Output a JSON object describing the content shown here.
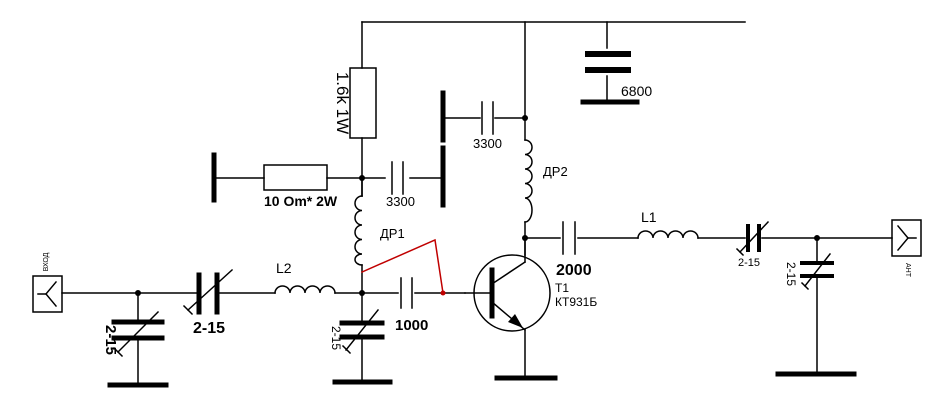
{
  "inputs": {
    "input_label": "ВХОД",
    "antenna_label": "АНТ"
  },
  "labels": {
    "r1": "1.6k 1W",
    "r2": "10 Om* 2W",
    "c_base_bypass": "3300",
    "c_coll_bypass": "3300",
    "c_supply": "6800",
    "c_coupling": "1000",
    "c_output": "2000",
    "trim_in_shunt": "2-15",
    "trim_in_series": "2-15",
    "trim_mid_shunt": "2-15",
    "trim_out_series": "2-15",
    "trim_out_shunt": "2-15",
    "dr1": "ДР1",
    "dr2": "ДР2",
    "l1": "L1",
    "l2": "L2",
    "t1_name": "T1",
    "t1_type": "КТ931Б"
  },
  "colors": {
    "wire": "#000000",
    "annotation": "#c00000"
  }
}
